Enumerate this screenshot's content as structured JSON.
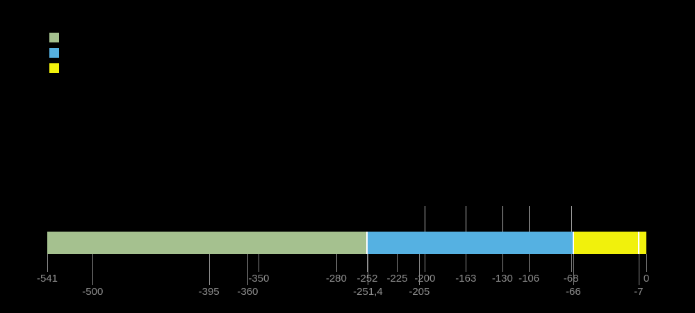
{
  "background": "#000000",
  "legend": {
    "items": [
      {
        "id": "legend-swatch-green",
        "color": "#a5c18f"
      },
      {
        "id": "legend-swatch-blue",
        "color": "#55b1e2"
      },
      {
        "id": "legend-swatch-yellow",
        "color": "#f1f10c"
      }
    ]
  },
  "chart_data": {
    "type": "bar",
    "subtype": "horizontal-timescale",
    "title": "",
    "axis": {
      "min": -541,
      "max": 0
    },
    "segments": [
      {
        "start": -541,
        "end": -252,
        "color": "#a5c18f"
      },
      {
        "start": -252,
        "end": -66,
        "color": "#55b1e2"
      },
      {
        "start": -66,
        "end": 0,
        "color": "#f1f10c"
      }
    ],
    "dividers": [
      -252,
      -66,
      -7
    ],
    "upper_marker_lines": [
      -200,
      -163,
      -130,
      -106,
      -68
    ],
    "ticks_row1": [
      {
        "value": -541,
        "label": "-541"
      },
      {
        "value": -350,
        "label": "-350"
      },
      {
        "value": -280,
        "label": "-280"
      },
      {
        "value": -252,
        "label": "-252"
      },
      {
        "value": -225,
        "label": "-225"
      },
      {
        "value": -200,
        "label": "-200"
      },
      {
        "value": -163,
        "label": "-163"
      },
      {
        "value": -130,
        "label": "-130"
      },
      {
        "value": -106,
        "label": "-106"
      },
      {
        "value": -68,
        "label": "-68"
      },
      {
        "value": 0,
        "label": "0"
      }
    ],
    "ticks_row2": [
      {
        "value": -500,
        "label": "-500"
      },
      {
        "value": -395,
        "label": "-395"
      },
      {
        "value": -360,
        "label": "-360"
      },
      {
        "value": -251.4,
        "label": "-251,4"
      },
      {
        "value": -205,
        "label": "-205"
      },
      {
        "value": -66,
        "label": "-66"
      },
      {
        "value": -7,
        "label": "-7"
      }
    ],
    "colors": {
      "tick_line": "#8f8f8f",
      "upper_line": "#b8b8b8",
      "divider": "#ffffff",
      "label_text": "#8f8f8f"
    }
  }
}
